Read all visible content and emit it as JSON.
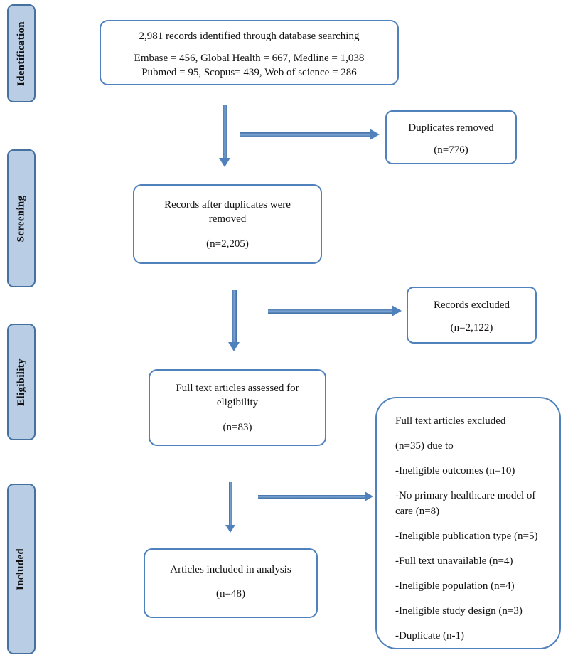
{
  "palette": {
    "box_border": "#4f81bd",
    "sidebar_fill": "#b9cde5",
    "sidebar_border": "#44719f",
    "arrow": "#4f81bd",
    "text": "#111111"
  },
  "sidebar": {
    "labels": [
      "Identification",
      "Screening",
      "Eligibility",
      "Included"
    ]
  },
  "flow": {
    "identified": {
      "title": "2,981 records identified through database searching",
      "line2": "Embase = 456, Global Health = 667, Medline = 1,038",
      "line3": "Pubmed = 95, Scopus= 439, Web of science = 286"
    },
    "duplicates_removed": {
      "label": "Duplicates removed",
      "count": "(n=776)"
    },
    "after_duplicates": {
      "label": "Records after duplicates were removed",
      "count": "(n=2,205)"
    },
    "records_excluded": {
      "label": "Records excluded",
      "count": "(n=2,122)"
    },
    "fulltext_assessed": {
      "label": "Full text articles assessed for eligibility",
      "count": "(n=83)"
    },
    "fulltext_excluded": {
      "title": "Full text articles excluded",
      "subtitle": "(n=35) due to",
      "reasons": [
        "-Ineligible outcomes (n=10)",
        "-No primary healthcare model of care (n=8)",
        "-Ineligible publication type (n=5)",
        "-Full text unavailable (n=4)",
        "-Ineligible population (n=4)",
        "-Ineligible study design (n=3)",
        "-Duplicate (n-1)"
      ]
    },
    "included_analysis": {
      "label": "Articles included in analysis",
      "count": "(n=48)"
    }
  }
}
